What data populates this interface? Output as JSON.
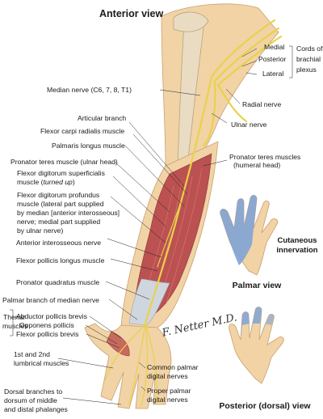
{
  "title": "Anterior view",
  "plexus": {
    "medial": "Medial",
    "posterior": "Posterior",
    "lateral": "Lateral",
    "group": [
      "Cords of",
      "brachial",
      "plexus"
    ]
  },
  "right_labels": {
    "radial_nerve": "Radial nerve",
    "ulnar_nerve": "Ulnar nerve",
    "pronator_teres_humeral": [
      "Pronator teres muscles",
      "(humeral head)"
    ]
  },
  "left_labels": {
    "median_nerve": "Median nerve (C6, 7, 8, T1)",
    "articular_branch": "Articular branch",
    "flexor_carpi_radialis": "Flexor carpi radialis muscle",
    "palmaris_longus": "Palmaris longus muscle",
    "pronator_teres_ulnar": "Pronator teres muscle (ulnar head)",
    "fds_line1": "Flexor digitorum superficialis",
    "fds_line2_prefix": "muscle (",
    "fds_line2_italic": "turned up",
    "fds_line2_suffix": ")",
    "fdp": [
      "Flexor digitorum profundus",
      "muscle (lateral part supplied",
      "by median [anterior interosseous]",
      "nerve; medial part supplied",
      "by ulnar nerve)"
    ],
    "anterior_interosseous": "Anterior interosseous nerve",
    "flexor_pollicis_longus": "Flexor pollicis longus muscle",
    "pronator_quadratus": "Pronator quadratus muscle",
    "palmar_branch": "Palmar branch of median nerve",
    "thenar_group": [
      "Thenar",
      "muscles"
    ],
    "abductor_pollicis_brevis": "Abductor pollicis brevis",
    "opponens_pollicis": "Opponens pollicis",
    "flexor_pollicis_brevis": "Flexor pollicis brevis",
    "lumbricals": [
      "1st and 2nd",
      "lumbrical muscles"
    ],
    "dorsal_branches": [
      "Dorsal branches to",
      "dorsum of middle",
      "and distal phalanges"
    ]
  },
  "bottom_labels": {
    "common_palmar": [
      "Common palmar",
      "digital nerves"
    ],
    "proper_palmar": [
      "Proper palmar",
      "digital nerves"
    ]
  },
  "insets": {
    "cutaneous": [
      "Cutaneous",
      "innervation"
    ],
    "palmar_view": "Palmar view",
    "posterior_view": "Posterior (dorsal) view"
  },
  "signature": "F. Netter M.D.",
  "colors": {
    "nerve": "#e8d24a",
    "muscle": "#b8464a",
    "bone": "#e9dcc2",
    "skin": "#f1d3a6",
    "innervation": "#7fa3d6"
  }
}
